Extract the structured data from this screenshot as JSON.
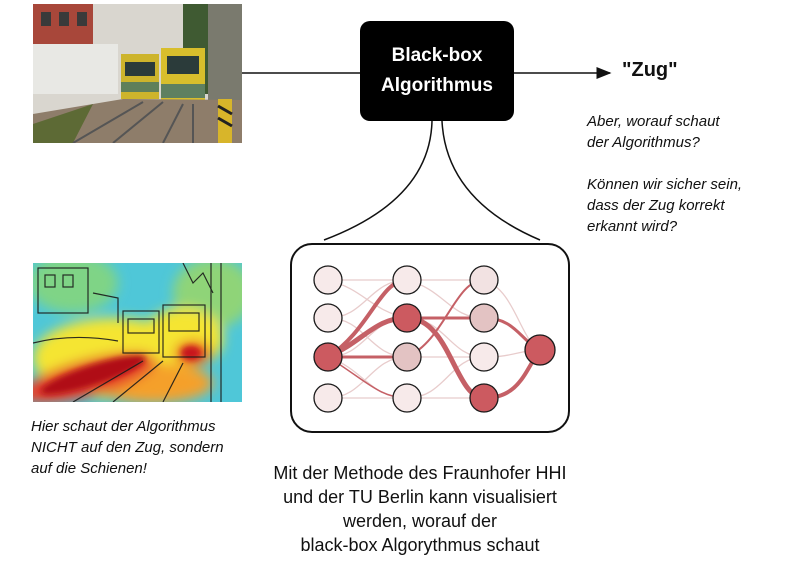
{
  "blackbox": {
    "line1": "Black-box",
    "line2": "Algorithmus"
  },
  "output_label": "\"Zug\"",
  "question": {
    "line1": "Aber, worauf schaut",
    "line2": "der Algorithmus?",
    "line3": "Können wir sicher sein,",
    "line4": "dass der Zug korrekt",
    "line5": "erkannt wird?"
  },
  "caption_left": {
    "line1": "Hier schaut der Algorithmus",
    "line2": "NICHT auf den Zug, sondern",
    "line3": "auf die Schienen!"
  },
  "caption_bottom": {
    "line1": "Mit der Methode des Fraunhofer HHI",
    "line2": "und der TU Berlin kann visualisiert",
    "line3": "werden, worauf der",
    "line4": "black-box Algorythmus schaut"
  },
  "colors": {
    "node_light": "#f7eaea",
    "node_mid": "#e8c8c8",
    "node_strong": "#cc5a60",
    "node_stroke": "#1a1a1a",
    "edge_strong": "#c56066",
    "edge_light": "#e8cccc",
    "heat_red": "#d8141e",
    "heat_yellow": "#f5e532",
    "heat_cyan": "#36c8e0"
  }
}
